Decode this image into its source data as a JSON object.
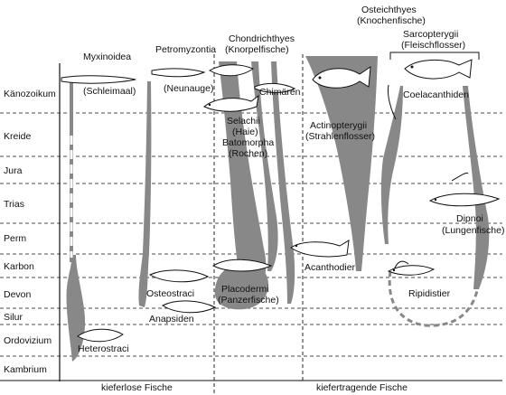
{
  "periods": [
    "Känozoikum",
    "Kreide",
    "Jura",
    "Trias",
    "Perm",
    "Karbon",
    "Devon",
    "Silur",
    "Ordovizium",
    "Kambrium"
  ],
  "groups": {
    "myxinoidea": {
      "name": "Myxinoidea",
      "common": "(Schleimaal)"
    },
    "petromyzontia": {
      "name": "Petromyzontia",
      "common": "(Neunauge)"
    },
    "chondrichthyes": {
      "name": "Chondrichthyes",
      "common": "(Knorpelfische)"
    },
    "chimaeren": "Chimären",
    "selachii": {
      "name": "Selachii",
      "common": "(Haie)"
    },
    "batomorpha": {
      "name": "Batomorpha",
      "common": "(Rochen)"
    },
    "osteichthyes": {
      "name": "Osteichthyes",
      "common": "(Knochenfische)"
    },
    "sarcopterygii": {
      "name": "Sarcopterygii",
      "common": "(Fleischflosser)"
    },
    "actinopterygii": {
      "name": "Actinopterygii",
      "common": "(Strahlenflosser)"
    },
    "coelacanthiden": "Coelacanthiden",
    "dipnoi": {
      "name": "Dipnoi",
      "common": "(Lungenfische)"
    },
    "acanthodier": "Acanthodier",
    "rhipidistier": "Ripidistier",
    "osteostraci": "Osteostraci",
    "anapsiden": "Anapsiden",
    "placodermi": {
      "name": "Placodermi",
      "common": "(Panzerfische)"
    },
    "heterostraci": "Heterostraci"
  },
  "footer": {
    "jawless": "kieferlose Fische",
    "jawed": "kiefertragende Fische"
  },
  "colors": {
    "lineage": "#888888",
    "ink": "#111111",
    "background": "#ffffff"
  }
}
